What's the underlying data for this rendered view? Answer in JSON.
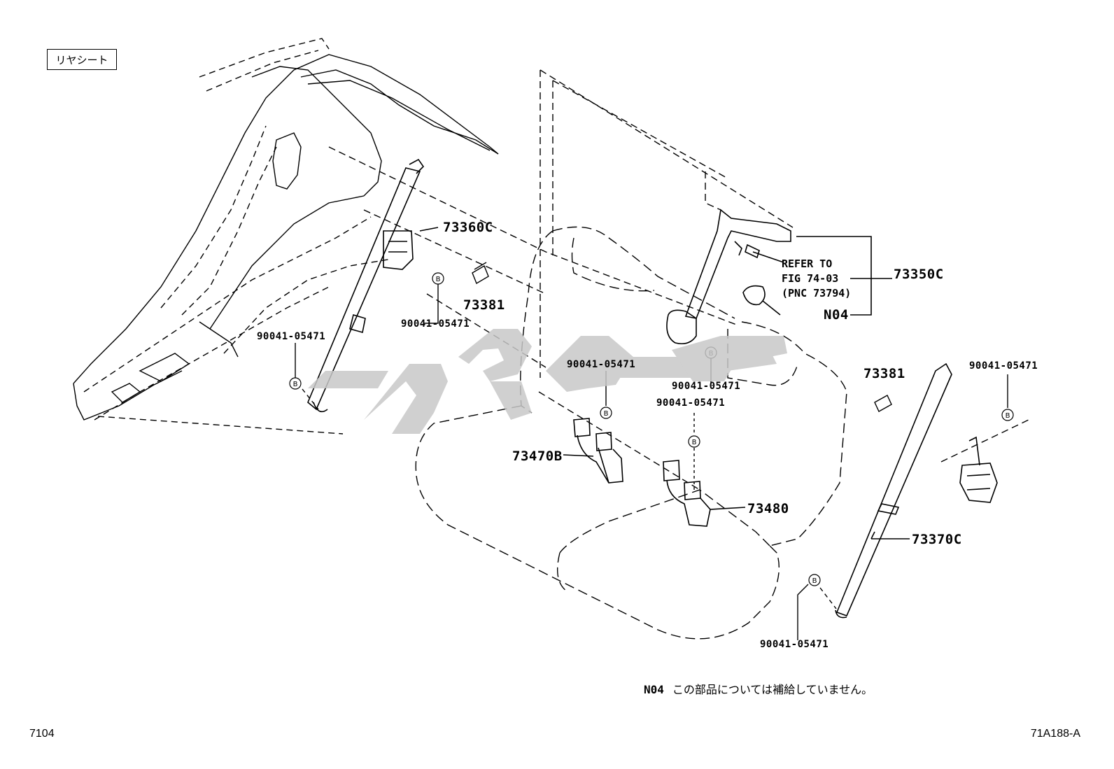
{
  "section_tag": "リヤシート",
  "footer": {
    "left": "7104",
    "right": "71A188-A"
  },
  "footnote": {
    "code": "N04",
    "text": "この部品については補給していません。"
  },
  "refer_note": "REFER TO\nFIG 74-03\n(PNC 73794)",
  "bolt_symbol": "B",
  "labels": {
    "p73360c": "73360C",
    "p73381_left": "73381",
    "bolt_left_upper": "90041-05471",
    "bolt_left_lower": "90041-05471",
    "p73350c": "73350C",
    "n04": "N04",
    "bolt_center_top": "90041-05471",
    "bolt_center_mid": "90041-05471",
    "bolt_center_low": "90041-05471",
    "p73470b": "73470B",
    "p73480": "73480",
    "p73381_right": "73381",
    "bolt_right_upper": "90041-05471",
    "p73370c": "73370C",
    "bolt_right_lower": "90041-05471"
  },
  "colors": {
    "line": "#000000",
    "watermark": "#c8c8c8"
  }
}
